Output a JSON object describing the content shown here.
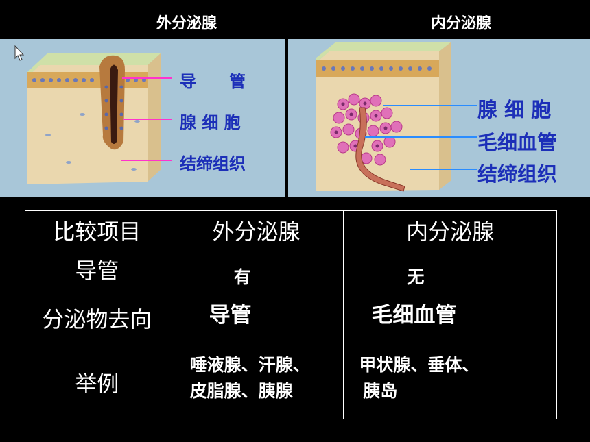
{
  "headers": {
    "exocrine": "外分泌腺",
    "endocrine": "内分泌腺"
  },
  "left_diagram": {
    "labels": {
      "duct": "导　　管",
      "gland_cell": "腺 细 胞",
      "connective": "结缔组织"
    }
  },
  "right_diagram": {
    "labels": {
      "gland_cell": "腺 细 胞",
      "capillary": "毛细血管",
      "connective": "结缔组织"
    }
  },
  "table": {
    "columns": [
      "比较项目",
      "外分泌腺",
      "内分泌腺"
    ],
    "rows": [
      {
        "item": "导管",
        "exocrine": "有",
        "endocrine": "无"
      },
      {
        "item": "分泌物去向",
        "exocrine": "导管",
        "endocrine": "毛细血管"
      },
      {
        "item": "举例",
        "exocrine": [
          "唾液腺、汗腺、",
          "皮脂腺、胰腺"
        ],
        "endocrine": [
          "甲状腺、垂体、",
          "胰岛"
        ]
      }
    ]
  },
  "colors": {
    "background": "#000000",
    "label_blue": "#1c2fb8",
    "panel_bg": "#a8c6d8",
    "pointer_magenta": "#ff33cc",
    "pointer_blue": "#2a8cff"
  },
  "icons": [
    "mouse-cursor-icon"
  ]
}
